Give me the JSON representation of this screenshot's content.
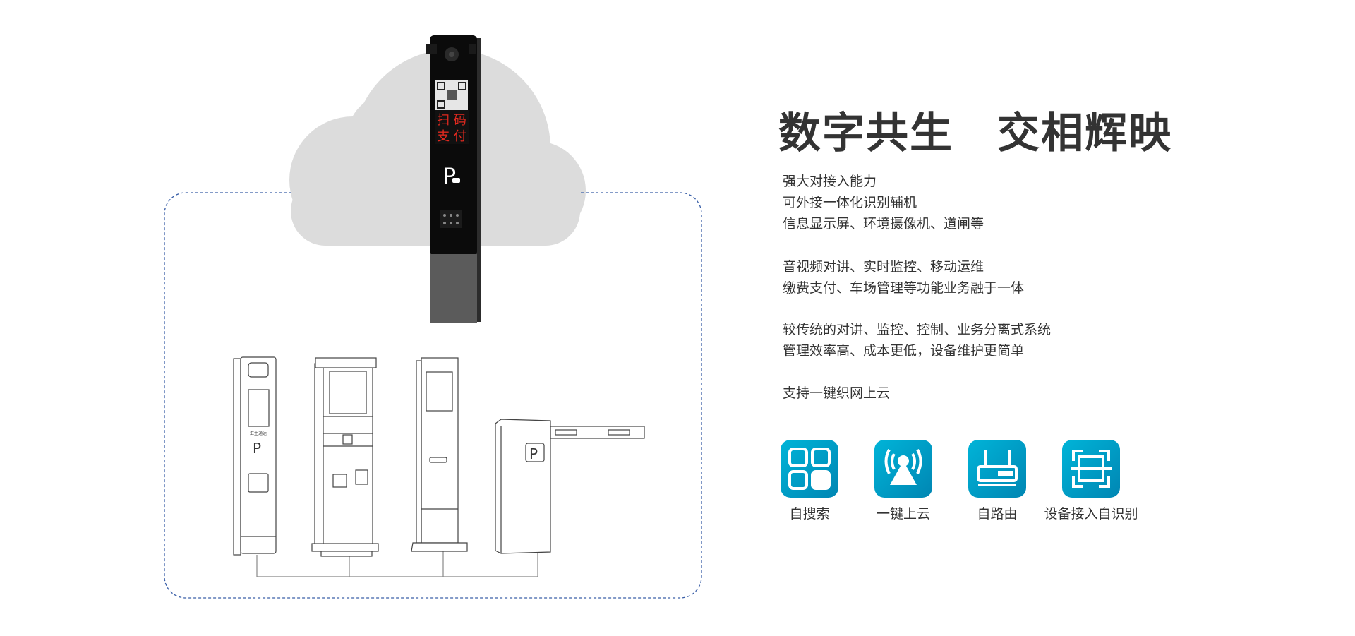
{
  "headline": "数字共生　交相辉映",
  "paragraphs": [
    [
      "强大对接入能力",
      "可外接一体化识别辅机",
      "信息显示屏、环境摄像机、道闸等"
    ],
    [
      "音视频对讲、实时监控、移动运维",
      "缴费支付、车场管理等功能业务融于一体"
    ],
    [
      "较传统的对讲、监控、控制、业务分离式系统",
      "管理效率高、成本更低，设备维护更简单"
    ],
    [
      "支持一键织网上云"
    ]
  ],
  "features": [
    {
      "label": "自搜索",
      "icon": "grid-icon"
    },
    {
      "label": "一键上云",
      "icon": "signal-tower-icon"
    },
    {
      "label": "自路由",
      "icon": "router-icon"
    },
    {
      "label": "设备接入自识别",
      "icon": "scan-frame-icon"
    }
  ],
  "kiosk": {
    "led_line1": "扫 码",
    "led_line2": "支 付",
    "parking_letter": "P"
  },
  "colors": {
    "accent_start": "#00b4d8",
    "accent_end": "#0086b3",
    "text": "#333333",
    "led": "#e0291f",
    "cloud": "#dcdcdc",
    "dash": "#3a5fa8"
  }
}
